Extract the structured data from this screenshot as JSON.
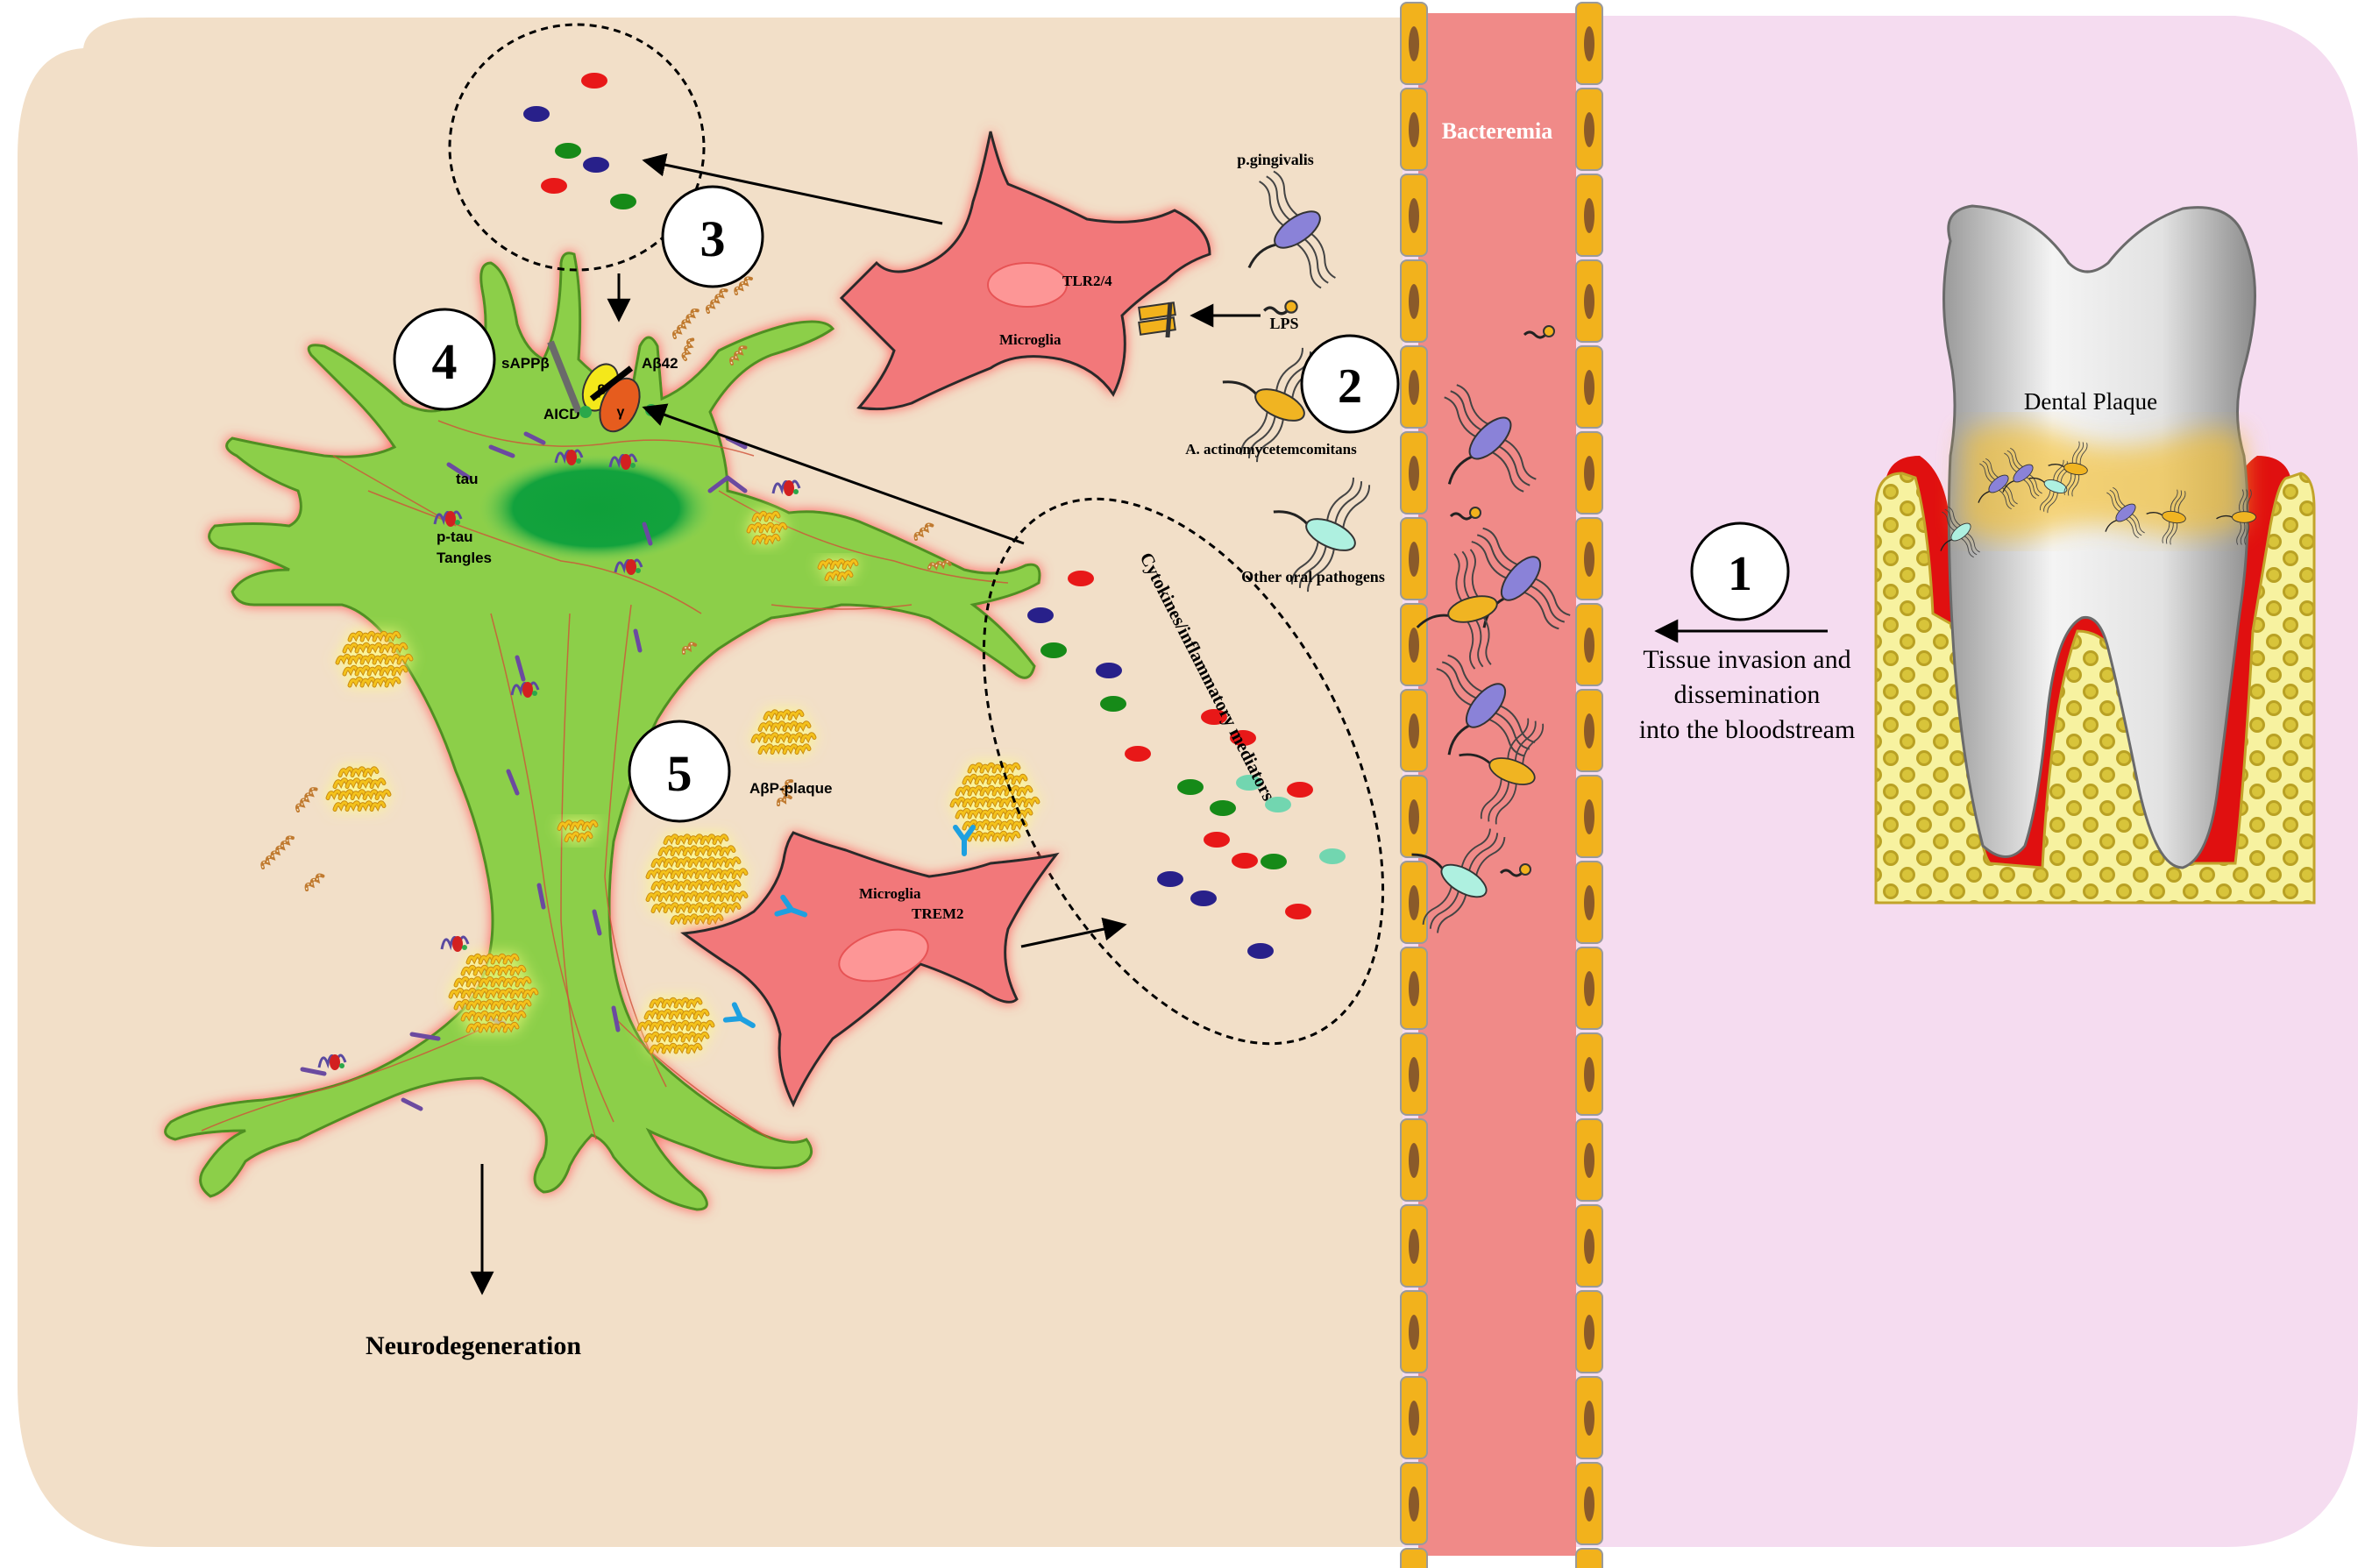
{
  "labels": {
    "bacteremia": "Bacteremia",
    "dental_plaque": "Dental Plaque",
    "step1_caption_line1": "Tissue invasion and",
    "step1_caption_line2": "dissemination",
    "step1_caption_line3": "into the bloodstream",
    "p_gingivalis": "p.gingivalis",
    "lps": "LPS",
    "a_actino": "A. actinomycetemcomitans",
    "other_pathogens": "Other oral pathogens",
    "tlr": "TLR2/4",
    "microglia_top": "Microglia",
    "microglia_bottom": "Microglia",
    "trem2": "TREM2",
    "cytokines": "Cytokines/inflammatory mediators",
    "sappb": "sAPPβ",
    "abeta42": "Aβ42",
    "aicd": "AICD",
    "beta": "β",
    "gamma": "γ",
    "tau": "tau",
    "ptau": "p-tau",
    "tangles": "Tangles",
    "abp_plaque": "AβP-plaque",
    "neurodegeneration": "Neurodegeneration"
  },
  "steps": {
    "s1": "1",
    "s2": "2",
    "s3": "3",
    "s4": "4",
    "s5": "5"
  },
  "colors": {
    "brain_bg": "#f2dfc8",
    "oral_bg": "#f5dcf0",
    "vessel": "#f08a88",
    "endothelium": "#f2b21c",
    "microglia": "#f2787a",
    "neuron": "#8ccf4a",
    "plaque_gold": "#f4c21a",
    "bone": "#f7f2a0",
    "gum_red": "#e01010",
    "bacterium_purple": "#8a82d8",
    "bacterium_orange": "#f0b422",
    "bacterium_cyan": "#aef0e0",
    "cytokine_red": "#e81818",
    "cytokine_blue": "#28208a",
    "cytokine_green": "#168a18",
    "cytokine_teal": "#72d6b0",
    "receptor_blue": "#1ea0e0"
  },
  "icons": {
    "tooth": "tooth-icon",
    "bacteria": "bacterium-icon",
    "plaque": "amyloid-plaque-icon",
    "tangle": "tau-tangle-icon",
    "receptor": "y-receptor-icon"
  }
}
